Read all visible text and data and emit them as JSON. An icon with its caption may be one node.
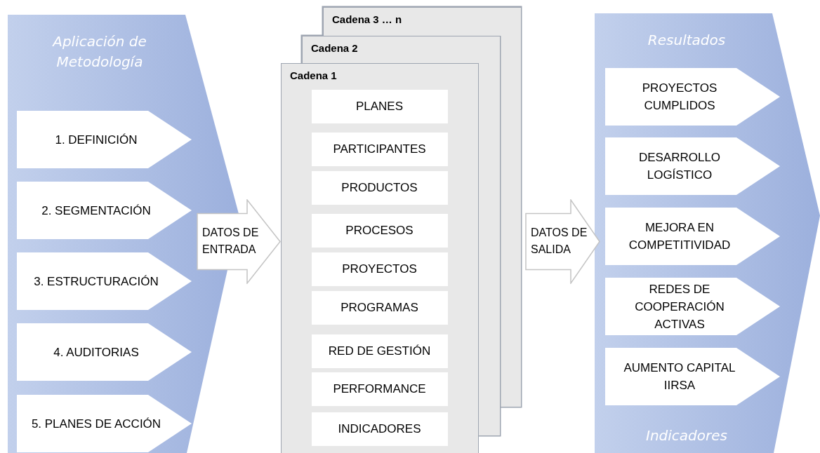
{
  "diagram": {
    "nodes": [
      {
        "text": [
          "Aplicación de Metodología"
        ]
      },
      {
        "text": [
          "1. DEFINICIÓN"
        ],
        "in": 0
      },
      {
        "text": [
          "2. SEGMENTACIÓN"
        ],
        "in": 0
      },
      {
        "text": [
          "3. ESTRUCTURACIÓN"
        ],
        "in": 0
      },
      {
        "text": [
          "4. AUDITORIAS"
        ],
        "in": 0
      },
      {
        "text": [
          "5. PLANES DE ACCIÓN"
        ],
        "in": 0
      },
      {
        "text": [
          "Cadena 3 … n"
        ]
      },
      {
        "text": [
          "Cadena 2"
        ]
      },
      {
        "text": [
          "Cadena 1"
        ]
      },
      {
        "text": [
          "PLANES"
        ],
        "in": 8
      },
      {
        "text": [
          "PARTICIPANTES"
        ],
        "in": 8
      },
      {
        "text": [
          "PRODUCTOS"
        ],
        "in": 8
      },
      {
        "text": [
          "PROCESOS"
        ],
        "in": 8
      },
      {
        "text": [
          "PROYECTOS"
        ],
        "in": 8
      },
      {
        "text": [
          "PROGRAMAS"
        ],
        "in": 8
      },
      {
        "text": [
          "RED DE GESTIÓN"
        ],
        "in": 8
      },
      {
        "text": [
          "PERFORMANCE"
        ],
        "in": 8
      },
      {
        "text": [
          "INDICADORES"
        ],
        "in": 8
      },
      {
        "text": [
          "Resultados",
          "Indicadores"
        ]
      },
      {
        "text": [
          "PROYECTOS CUMPLIDOS"
        ],
        "in": 18
      },
      {
        "text": [
          "DESARROLLO LOGÍSTICO"
        ],
        "in": 18
      },
      {
        "text": [
          "MEJORA EN COMPETITIVIDAD"
        ],
        "in": 18
      },
      {
        "text": [
          "REDES DE COOPERACIÓN ACTIVAS"
        ],
        "in": 18
      },
      {
        "text": [
          "AUMENTO CAPITAL IIRSA"
        ],
        "in": 18
      }
    ],
    "edges": [
      {
        "from": 0,
        "to": 8,
        "arrow": "to",
        "label": "DATOS DE ENTRADA"
      },
      {
        "from": 8,
        "to": 18,
        "arrow": "to",
        "label": "DATOS DE SALIDA"
      }
    ]
  }
}
